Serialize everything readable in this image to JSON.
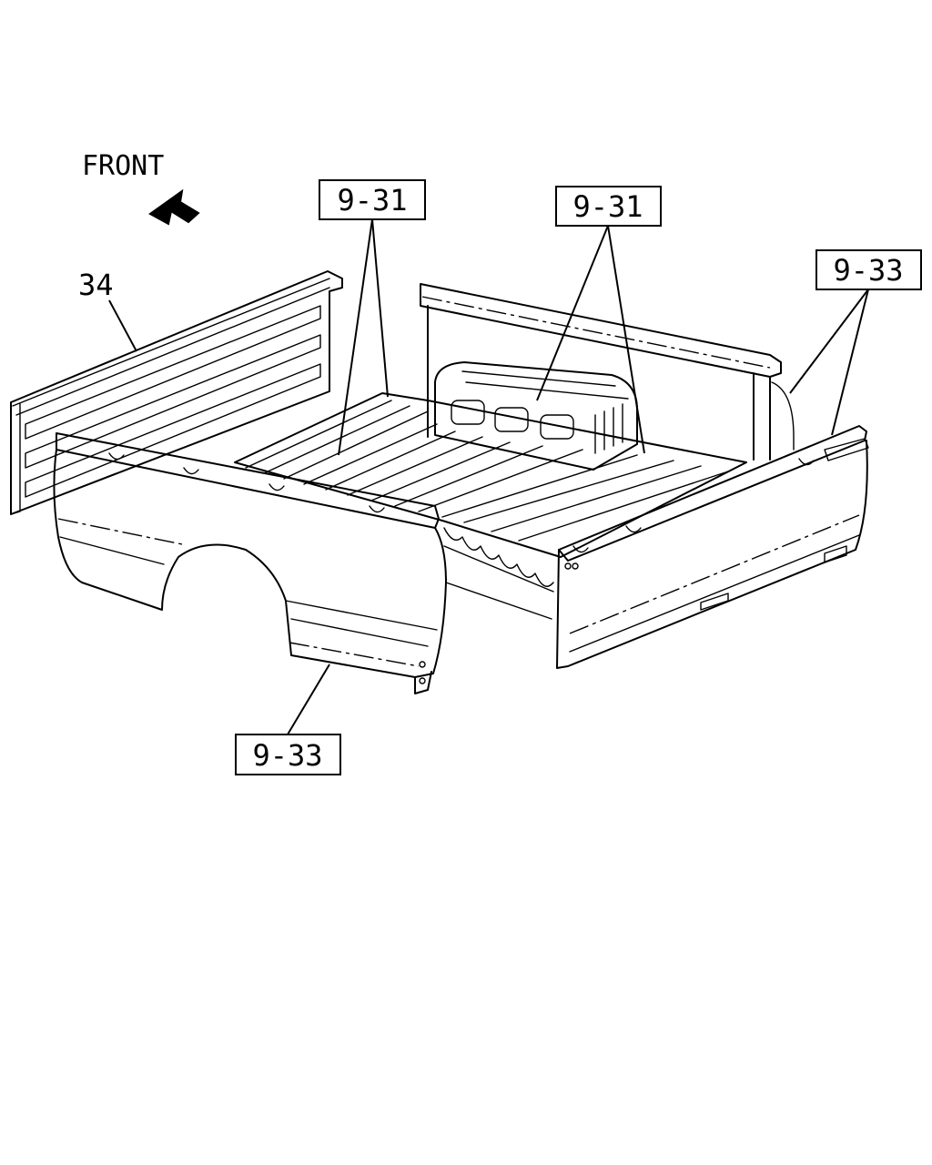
{
  "orientation": {
    "text": "FRONT",
    "arrow_icon": "front-arrow-icon"
  },
  "callouts": [
    {
      "id": "part-34",
      "text": "34",
      "boxed": false
    },
    {
      "id": "ref-9-31-left",
      "text": "9-31",
      "boxed": true
    },
    {
      "id": "ref-9-31-right",
      "text": "9-31",
      "boxed": true
    },
    {
      "id": "ref-9-33-right",
      "text": "9-33",
      "boxed": true
    },
    {
      "id": "ref-9-33-bottom",
      "text": "9-33",
      "boxed": true
    }
  ],
  "colors": {
    "ink": "#000000",
    "paper": "#ffffff"
  }
}
